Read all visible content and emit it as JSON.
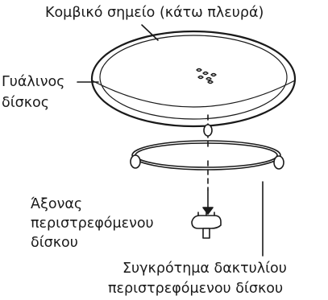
{
  "labels": {
    "coupler": "Κομβικό σημείο (κάτω πλευρά)",
    "glass_tray_line1": "Γυάλινος",
    "glass_tray_line2": "δίσκος",
    "shaft_line1": "Άξονας",
    "shaft_line2": "περιστρεφόμενου",
    "shaft_line3": "δίσκου",
    "ring_line1": "Συγκρότημα δακτυλίου",
    "ring_line2": "περιστρεφόμενου δίσκου"
  },
  "colors": {
    "line": "#1a1a1a",
    "background": "#ffffff"
  }
}
